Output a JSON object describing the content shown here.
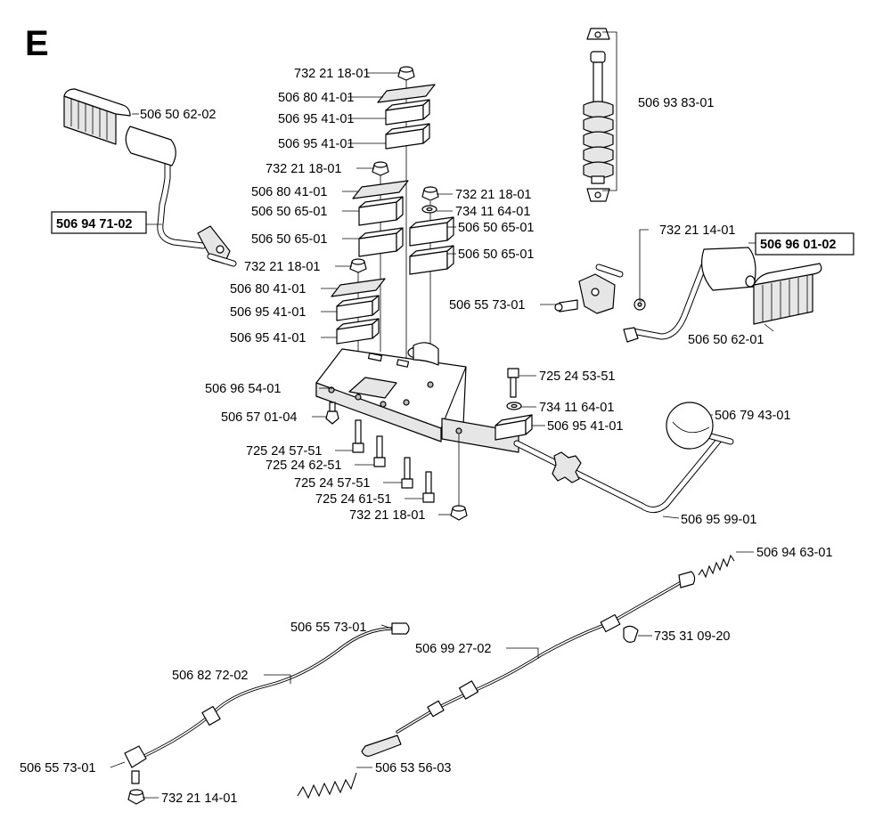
{
  "section_letter": "E",
  "labels": {
    "brake_pedal_pad_left": "506 50 62-02",
    "brake_pedal_arm": "506 94 71-02",
    "shock_absorber": "506 93 83-01",
    "nut_a": "732 21 18-01",
    "plate_a": "506 80 41-01",
    "block_a1": "506 95 41-01",
    "block_a2": "506 95 41-01",
    "nut_b": "732 21 18-01",
    "plate_b": "506 80 41-01",
    "block_b1": "506 50 65-01",
    "block_b2": "506 50 65-01",
    "nut_c": "732 21 18-01",
    "washer_c": "734 11 64-01",
    "block_c1": "506 50 65-01",
    "block_c2": "506 50 65-01",
    "nut_d": "732 21 18-01",
    "plate_d": "506 80 41-01",
    "block_d1": "506 95 41-01",
    "block_d2": "506 95 41-01",
    "drive_pedal_nut": "732 21 14-01",
    "drive_pedal_arm": "506 96 01-02",
    "drive_ball_joint": "506 55 73-01",
    "drive_pedal_pad": "506 50 62-01",
    "mount_plate": "506 96 54-01",
    "screw_plate": "506 57 01-04",
    "bolt_1": "725 24 57-51",
    "bolt_2": "725 24 62-51",
    "bolt_3": "725 24 57-51",
    "bolt_4": "725 24 61-51",
    "nut_bottom": "732 21 18-01",
    "bolt_right": "725 24 53-51",
    "washer_right": "734 11 64-01",
    "block_right": "506 95 41-01",
    "knob": "506 79 43-01",
    "lever_rod": "506 95 99-01",
    "spring_top": "506 94 63-01",
    "clip": "735 31 09-20",
    "cable_right": "506 99 27-02",
    "cable_left_end_top": "506 55 73-01",
    "cable_left": "506 82 72-02",
    "cable_left_end_bottom": "506 55 73-01",
    "spring_bottom": "506 53 56-03",
    "nut_cable": "732 21 14-01"
  }
}
